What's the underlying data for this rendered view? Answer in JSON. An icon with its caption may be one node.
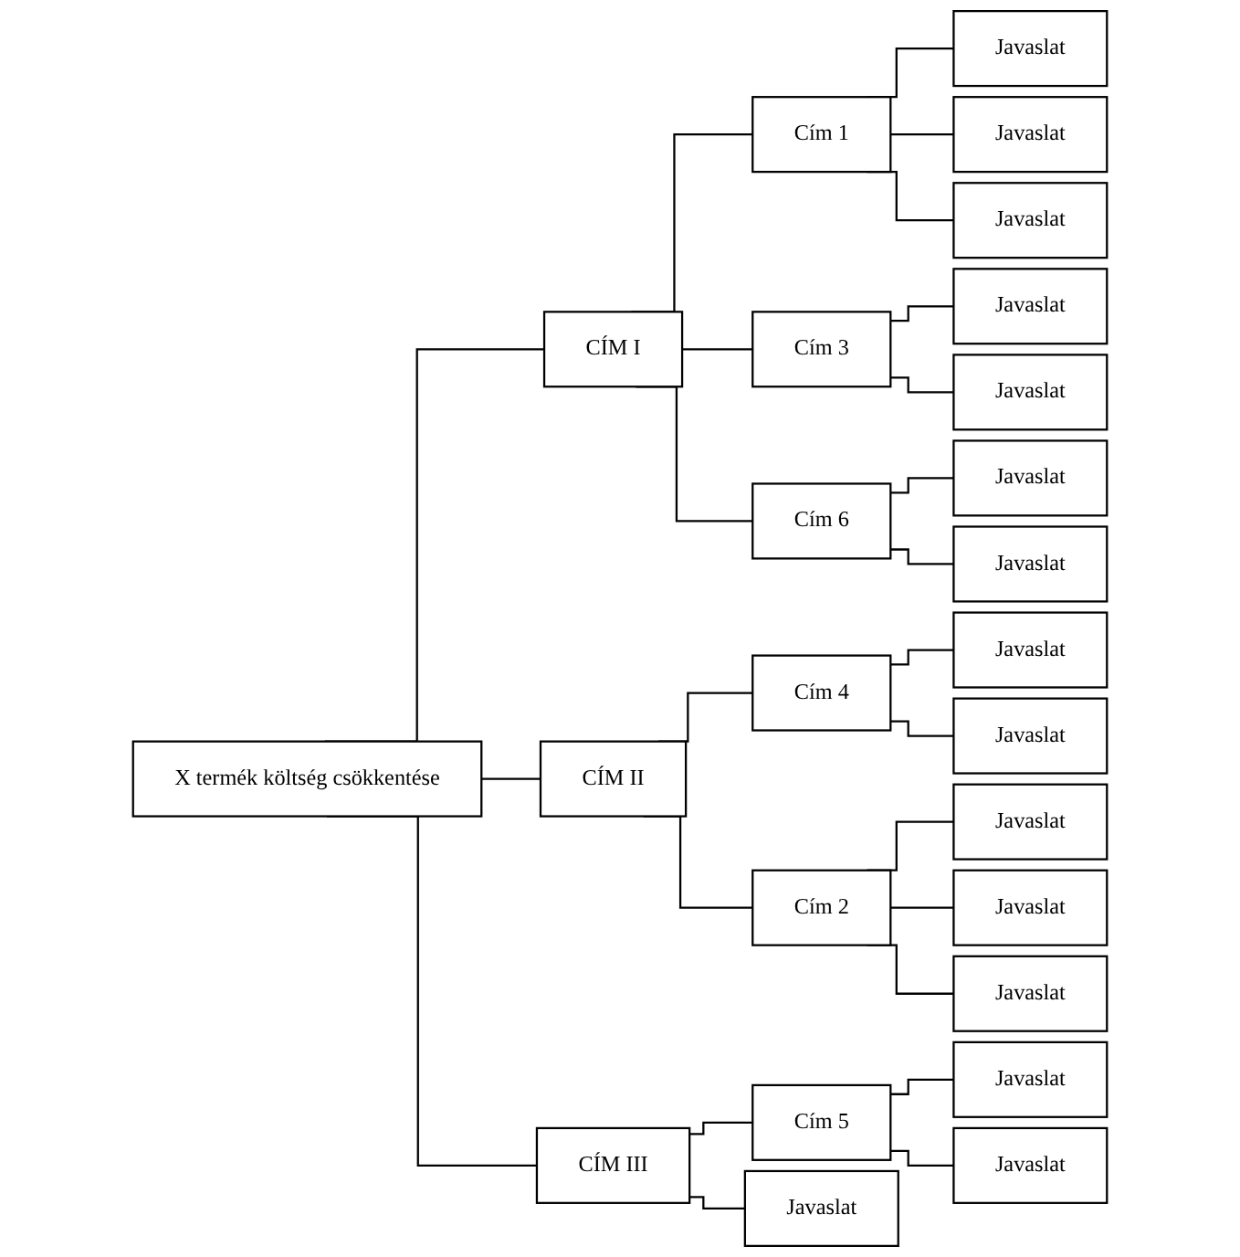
{
  "diagram": {
    "nodes": [
      {
        "text": [
          "X termék költség csökkentése"
        ]
      },
      {
        "text": [
          "CÍM I"
        ]
      },
      {
        "text": [
          "Cím 1"
        ]
      },
      {
        "text": [
          "Javaslat"
        ]
      },
      {
        "text": [
          "Javaslat"
        ]
      },
      {
        "text": [
          "Javaslat"
        ]
      },
      {
        "text": [
          "Cím 3"
        ]
      },
      {
        "text": [
          "Javaslat"
        ]
      },
      {
        "text": [
          "Javaslat"
        ]
      },
      {
        "text": [
          "Cím 6"
        ]
      },
      {
        "text": [
          "Javaslat"
        ]
      },
      {
        "text": [
          "Javaslat"
        ]
      },
      {
        "text": [
          "CÍM II"
        ]
      },
      {
        "text": [
          "Cím 4"
        ]
      },
      {
        "text": [
          "Javaslat"
        ]
      },
      {
        "text": [
          "Javaslat"
        ]
      },
      {
        "text": [
          "Cím 2"
        ]
      },
      {
        "text": [
          "Javaslat"
        ]
      },
      {
        "text": [
          "Javaslat"
        ]
      },
      {
        "text": [
          "Javaslat"
        ]
      },
      {
        "text": [
          "CÍM III"
        ]
      },
      {
        "text": [
          "Cím 5"
        ]
      },
      {
        "text": [
          "Javaslat"
        ]
      },
      {
        "text": [
          "Javaslat"
        ]
      },
      {
        "text": [
          "Javaslat"
        ]
      }
    ],
    "edges": [
      {
        "from": 0,
        "to": 1,
        "arrow": "none"
      },
      {
        "from": 1,
        "to": 2,
        "arrow": "none"
      },
      {
        "from": 2,
        "to": 3,
        "arrow": "none"
      },
      {
        "from": 2,
        "to": 4,
        "arrow": "none"
      },
      {
        "from": 2,
        "to": 5,
        "arrow": "none"
      },
      {
        "from": 1,
        "to": 6,
        "arrow": "none"
      },
      {
        "from": 6,
        "to": 7,
        "arrow": "none"
      },
      {
        "from": 6,
        "to": 8,
        "arrow": "none"
      },
      {
        "from": 1,
        "to": 9,
        "arrow": "none"
      },
      {
        "from": 9,
        "to": 10,
        "arrow": "none"
      },
      {
        "from": 9,
        "to": 11,
        "arrow": "none"
      },
      {
        "from": 0,
        "to": 12,
        "arrow": "none"
      },
      {
        "from": 12,
        "to": 13,
        "arrow": "none"
      },
      {
        "from": 13,
        "to": 14,
        "arrow": "none"
      },
      {
        "from": 13,
        "to": 15,
        "arrow": "none"
      },
      {
        "from": 12,
        "to": 16,
        "arrow": "none"
      },
      {
        "from": 16,
        "to": 17,
        "arrow": "none"
      },
      {
        "from": 16,
        "to": 18,
        "arrow": "none"
      },
      {
        "from": 16,
        "to": 19,
        "arrow": "none"
      },
      {
        "from": 0,
        "to": 20,
        "arrow": "none"
      },
      {
        "from": 20,
        "to": 21,
        "arrow": "none"
      },
      {
        "from": 21,
        "to": 22,
        "arrow": "none"
      },
      {
        "from": 21,
        "to": 23,
        "arrow": "none"
      },
      {
        "from": 20,
        "to": 24,
        "arrow": "none"
      }
    ]
  }
}
